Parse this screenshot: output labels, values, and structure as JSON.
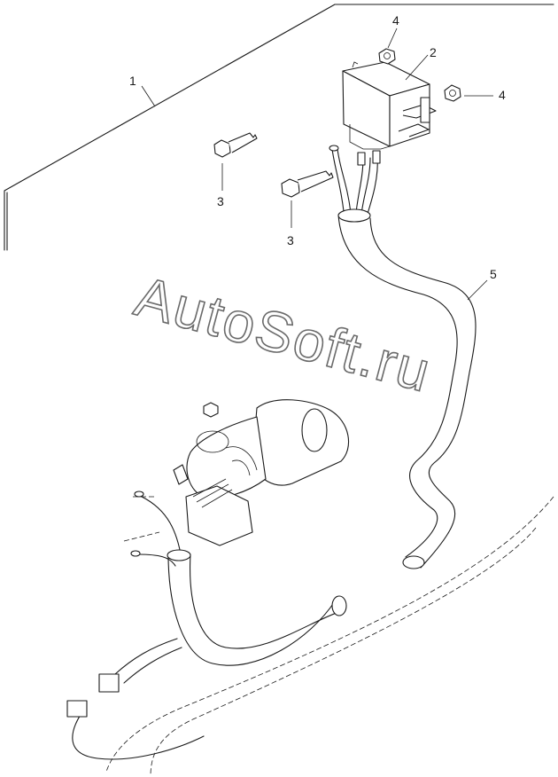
{
  "callouts": {
    "c1": "1",
    "c2": "2",
    "c3a": "3",
    "c3b": "3",
    "c4a": "4",
    "c4b": "4",
    "c5": "5"
  },
  "watermark": "AutoSoft.ru",
  "colors": {
    "line": "#1a1a1a",
    "watermark": "#6a6a6a",
    "background": "#ffffff"
  }
}
